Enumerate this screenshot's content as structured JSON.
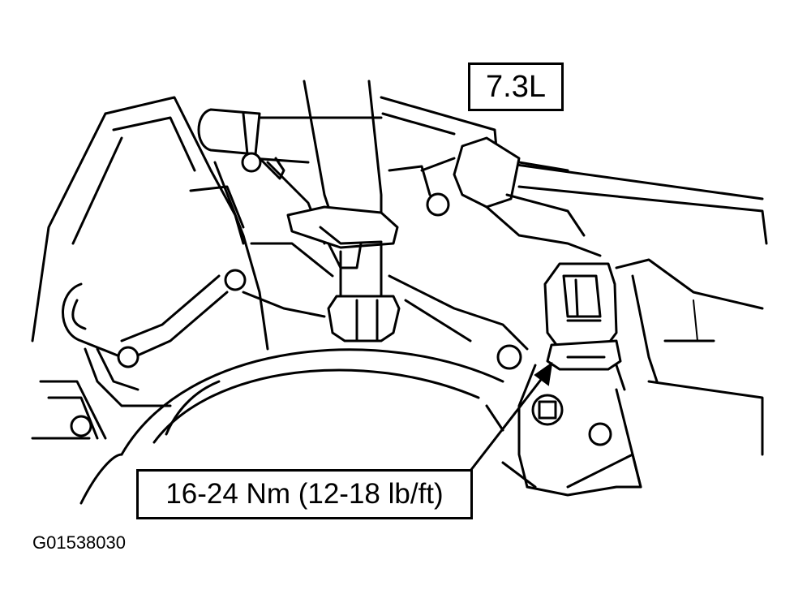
{
  "labels": {
    "engine": "7.3L",
    "torque": "16-24 Nm (12-18 lb/ft)",
    "figure_id": "G01538030"
  },
  "colors": {
    "line": "#000000",
    "background": "#ffffff"
  }
}
